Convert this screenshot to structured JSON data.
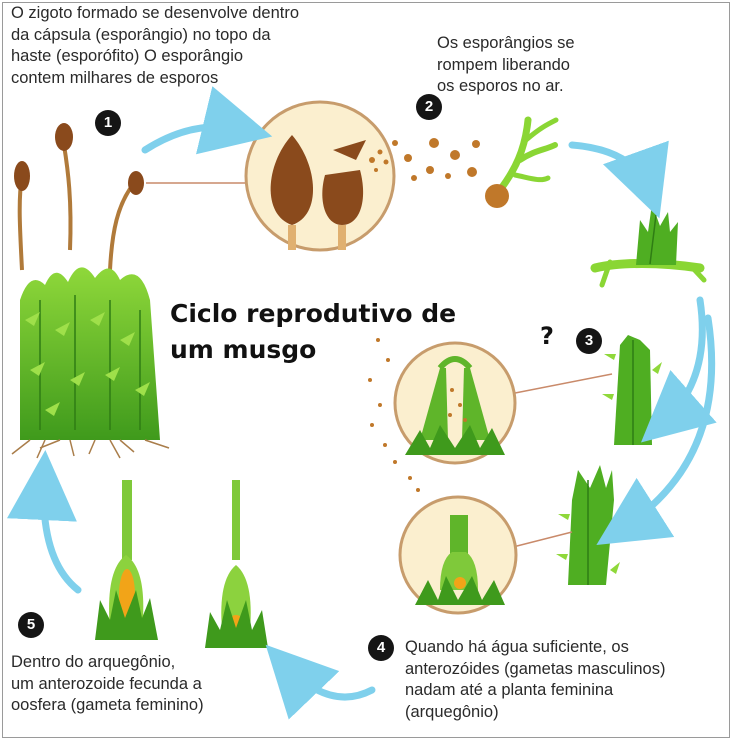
{
  "title": "Ciclo reprodutivo de\num musgo",
  "steps": [
    {
      "number": "1",
      "text": "O zigoto formado se desenvolve dentro\nda cápsula (esporângio) no topo da\nhaste (esporófito) O esporângio\ncontem milhares de esporos"
    },
    {
      "number": "2",
      "text": "Os esporângios se\nrompem liberando\nos esporos no ar."
    },
    {
      "number": "3",
      "text": "?"
    },
    {
      "number": "4",
      "text": "Quando há água suficiente, os\nanterozóides (gametas masculinos)\nnadam até a planta feminina\n(arquegônio)"
    },
    {
      "number": "5",
      "text": "Dentro do arquegônio,\num anterozoide fecunda a\noosfera (gameta feminino)"
    }
  ],
  "colors": {
    "arrow": "#7fd0ec",
    "moss_dark": "#3f9a1c",
    "moss_light": "#7ccd2c",
    "stalk": "#b07a3a",
    "capsule": "#8a4a1c",
    "spore": "#c0782a",
    "circle_fill": "#fbefcf",
    "circle_stroke": "#c79c6c",
    "callout_line": "#c98a6a"
  }
}
